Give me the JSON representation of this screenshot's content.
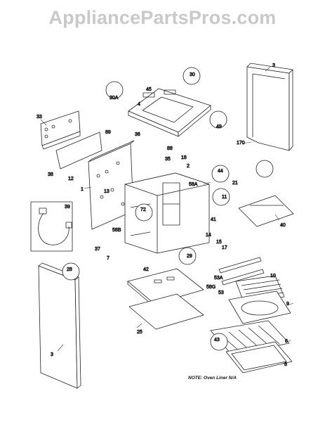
{
  "watermark": "AppliancePartsPros.com",
  "note": "NOTE: Oven Liner N/A",
  "part_labels": [
    "3",
    "30",
    "30A",
    "45",
    "4",
    "49",
    "33",
    "89",
    "36",
    "88",
    "170",
    "18",
    "35",
    "2",
    "38",
    "12",
    "1",
    "13",
    "44",
    "21",
    "58A",
    "39",
    "72",
    "11",
    "41",
    "40",
    "58B",
    "14",
    "15",
    "17",
    "37",
    "7",
    "29",
    "42",
    "53A",
    "10",
    "28",
    "58G",
    "53",
    "9",
    "25",
    "6",
    "43",
    "3",
    "8"
  ]
}
